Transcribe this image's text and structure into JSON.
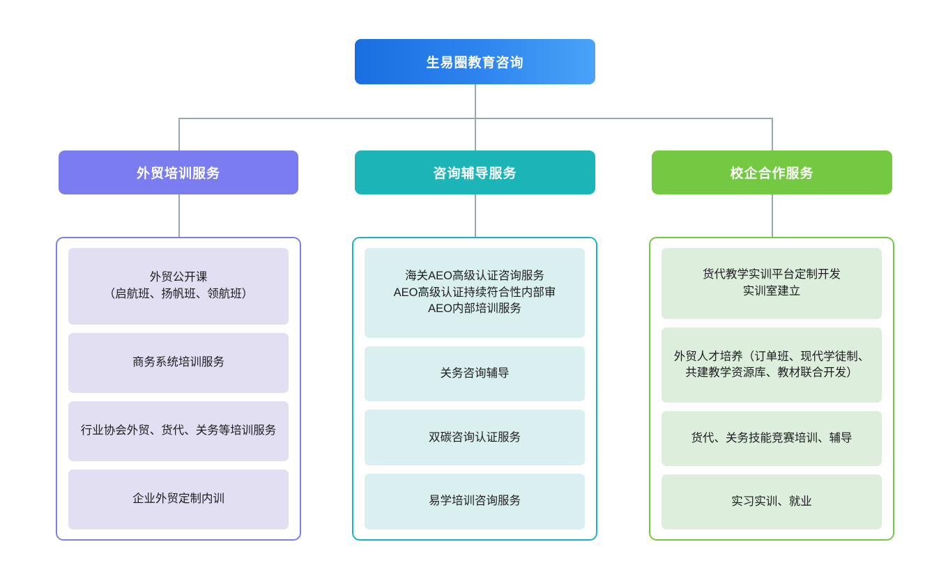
{
  "root": {
    "label": "生易圈教育咨询",
    "color": "#2f86ef"
  },
  "connector_color": "#98a6ad",
  "columns": [
    {
      "header": "外贸培训服务",
      "header_color": "#7b7cf0",
      "border_color": "#7b7cf0",
      "card_color": "#e2dff3",
      "items": [
        "外贸公开课\n（启航班、扬帆班、领航班）",
        "商务系统培训服务",
        "行业协会外贸、货代、关务等培训服务",
        "企业外贸定制内训"
      ]
    },
    {
      "header": "咨询辅导服务",
      "header_color": "#1cb5b7",
      "border_color": "#1cb5b7",
      "card_color": "#daf0f0",
      "items": [
        "海关AEO高级认证咨询服务\nAEO高级认证持续符合性内部审\nAEO内部培训服务",
        "关务咨询辅导",
        "双碳咨询认证服务",
        "易学培训咨询服务"
      ]
    },
    {
      "header": "校企合作服务",
      "header_color": "#74c943",
      "border_color": "#74c943",
      "card_color": "#ddeedd",
      "items": [
        "货代教学实训平台定制开发\n实训室建立",
        "外贸人才培养（订单班、现代学徒制、共建教学资源库、教材联合开发）",
        "货代、关务技能竞赛培训、辅导",
        "实习实训、就业"
      ]
    }
  ]
}
